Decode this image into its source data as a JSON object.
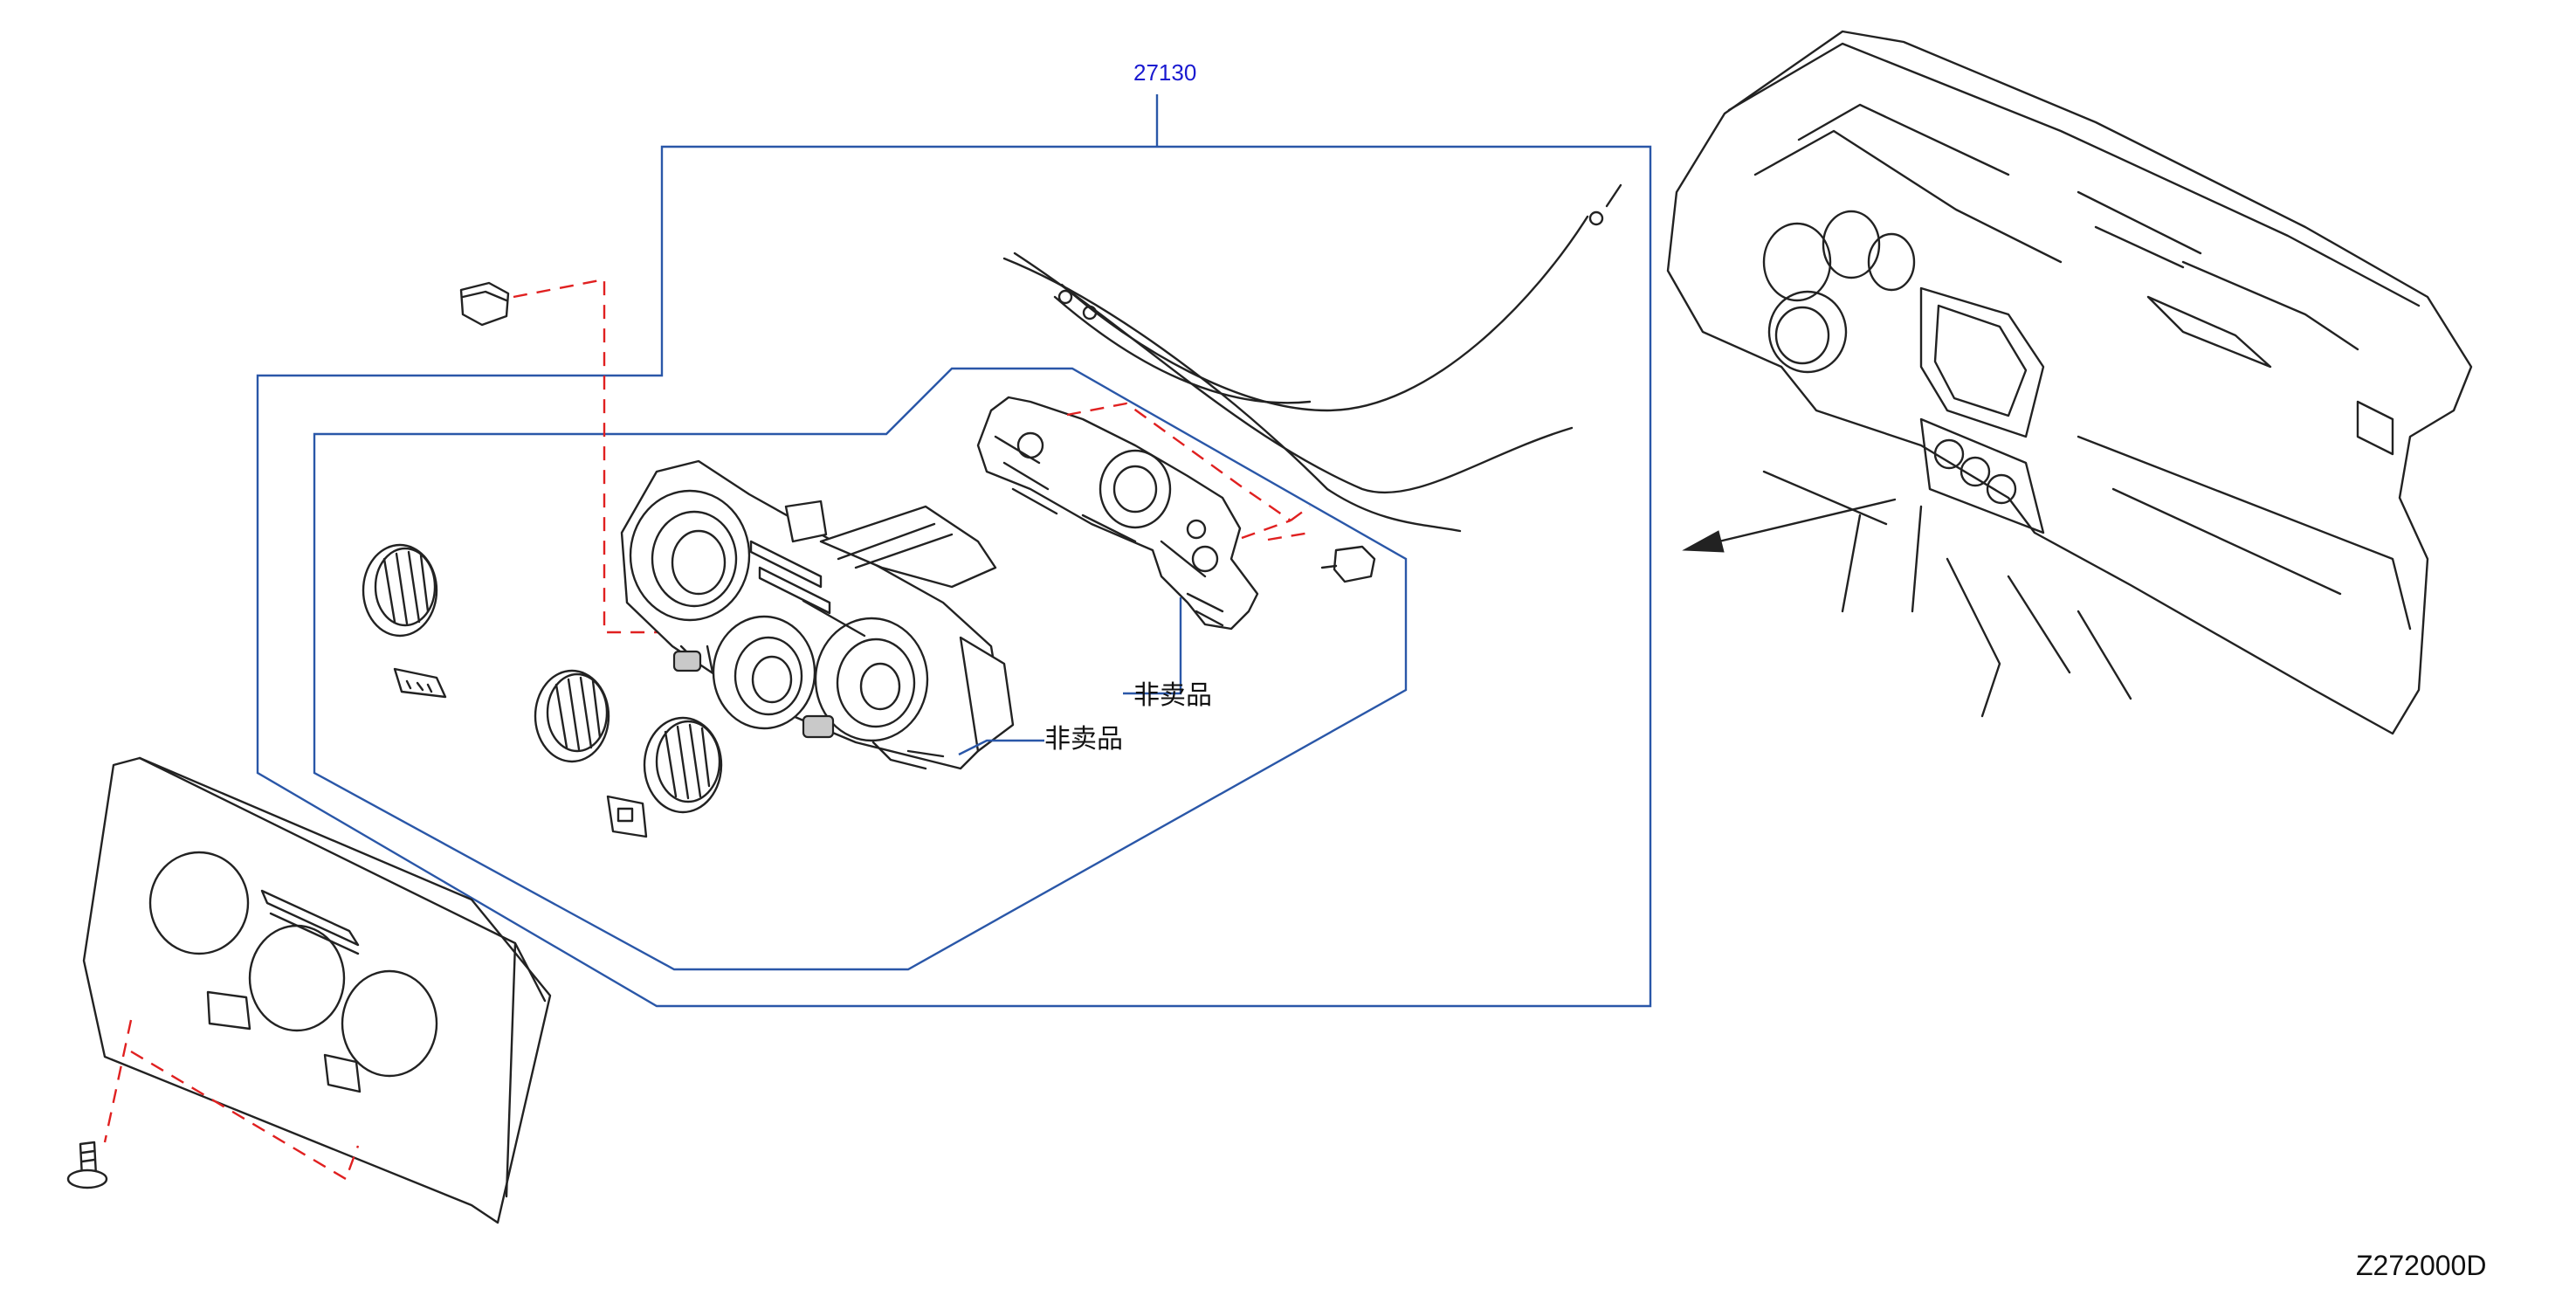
{
  "part_number": "27130",
  "labels": {
    "not_for_sale_upper": "非卖品",
    "not_for_sale_lower": "非卖品"
  },
  "diagram_code": "Z272000D",
  "colors": {
    "frame": "#2a57a8",
    "part_number": "#1a1ad0",
    "dashed_leader": "#e02020",
    "line_art": "#222222",
    "background": "#ffffff"
  }
}
